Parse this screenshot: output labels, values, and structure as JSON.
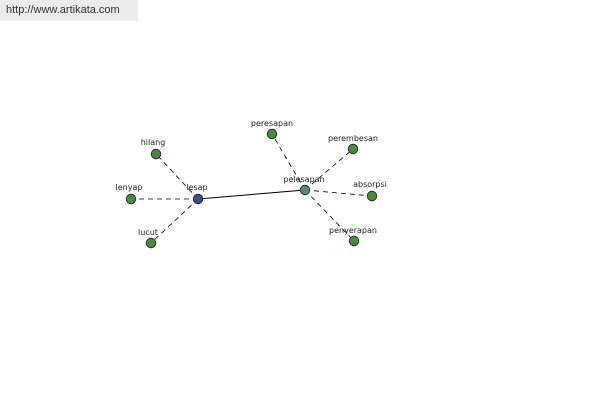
{
  "watermark": "http://www.artikata.com",
  "colors": {
    "hub_primary": "#3f4c8f",
    "hub_secondary": "#4d8a86",
    "leaf": "#4a8a3f"
  },
  "graph": {
    "nodes": [
      {
        "id": "lesap",
        "label": "lesap",
        "role": "hub_primary"
      },
      {
        "id": "pelesapan",
        "label": "pelesapan",
        "role": "hub_secondary"
      },
      {
        "id": "hilang",
        "label": "hilang",
        "role": "leaf"
      },
      {
        "id": "lenyap",
        "label": "lenyap",
        "role": "leaf"
      },
      {
        "id": "lucut",
        "label": "lucut",
        "role": "leaf"
      },
      {
        "id": "peresapan",
        "label": "peresapan",
        "role": "leaf"
      },
      {
        "id": "perembesan",
        "label": "perembesan",
        "role": "leaf"
      },
      {
        "id": "absorpsi",
        "label": "absorpsi",
        "role": "leaf"
      },
      {
        "id": "penyerapan",
        "label": "penyerapan",
        "role": "leaf"
      }
    ],
    "edges": [
      {
        "from": "lesap",
        "to": "pelesapan",
        "style": "solid"
      },
      {
        "from": "lesap",
        "to": "hilang",
        "style": "dashed"
      },
      {
        "from": "lesap",
        "to": "lenyap",
        "style": "dashed"
      },
      {
        "from": "lesap",
        "to": "lucut",
        "style": "dashed"
      },
      {
        "from": "pelesapan",
        "to": "peresapan",
        "style": "dashed"
      },
      {
        "from": "pelesapan",
        "to": "perembesan",
        "style": "dashed"
      },
      {
        "from": "pelesapan",
        "to": "absorpsi",
        "style": "dashed"
      },
      {
        "from": "pelesapan",
        "to": "penyerapan",
        "style": "dashed"
      }
    ]
  }
}
